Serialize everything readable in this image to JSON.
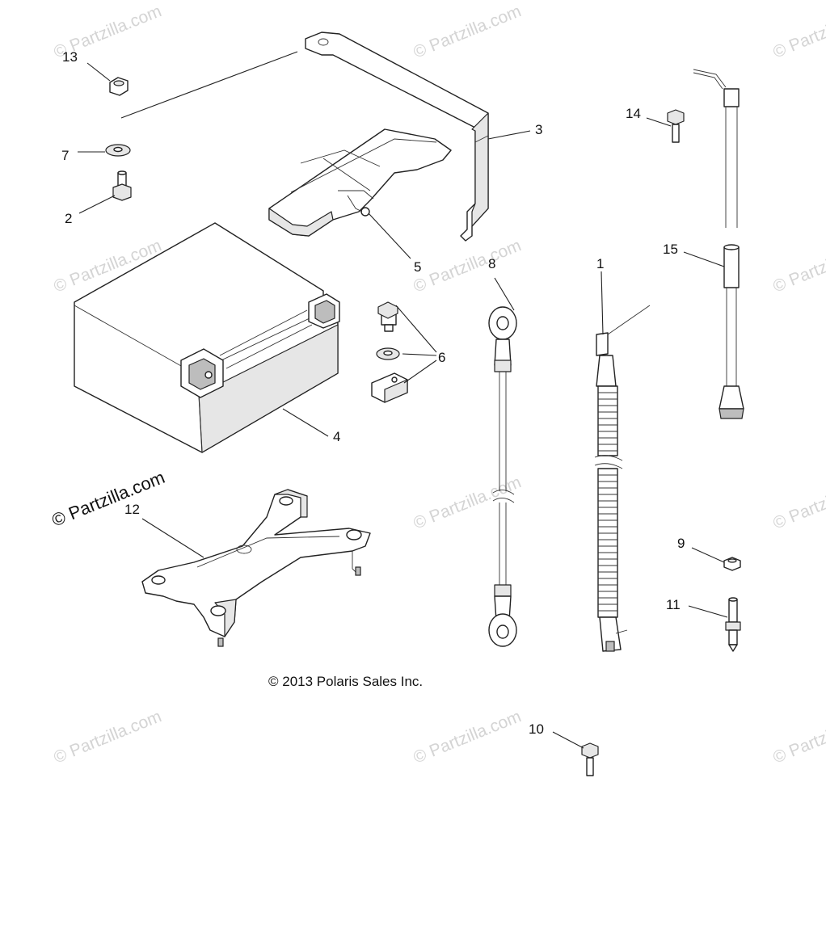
{
  "watermark": {
    "text": "© Partzilla.com",
    "featured_text": "© Partzilla.com"
  },
  "copyright": "© 2013 Polaris Sales Inc.",
  "callouts": {
    "c1": "1",
    "c2": "2",
    "c3": "3",
    "c4": "4",
    "c5": "5",
    "c6": "6",
    "c7": "7",
    "c8": "8",
    "c9": "9",
    "c10": "10",
    "c11": "11",
    "c12": "12",
    "c13": "13",
    "c14": "14",
    "c15": "15"
  }
}
